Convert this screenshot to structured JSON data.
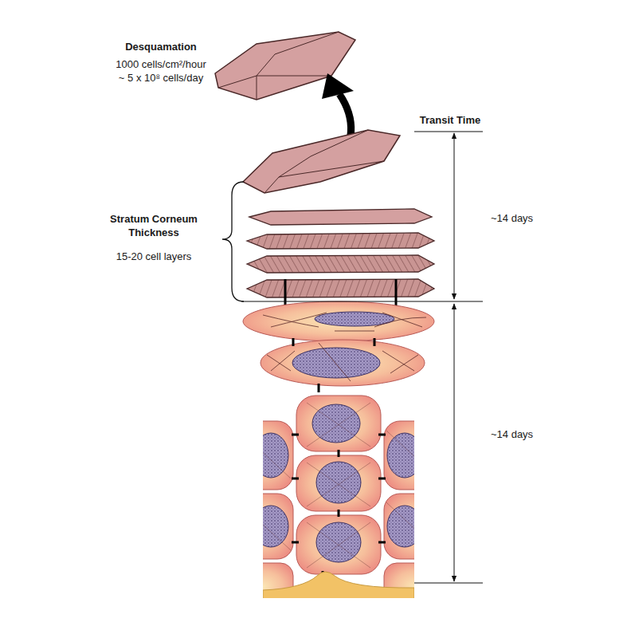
{
  "diagram": {
    "labels": [
      "Desquamation",
      "1000 cells/cm²/hour",
      "~ 5 x 10⁸ cells/day",
      "Transit Time",
      "~14 days",
      "Stratum Corneum Thickness",
      "15-20 cell layers",
      "~14 days"
    ]
  }
}
